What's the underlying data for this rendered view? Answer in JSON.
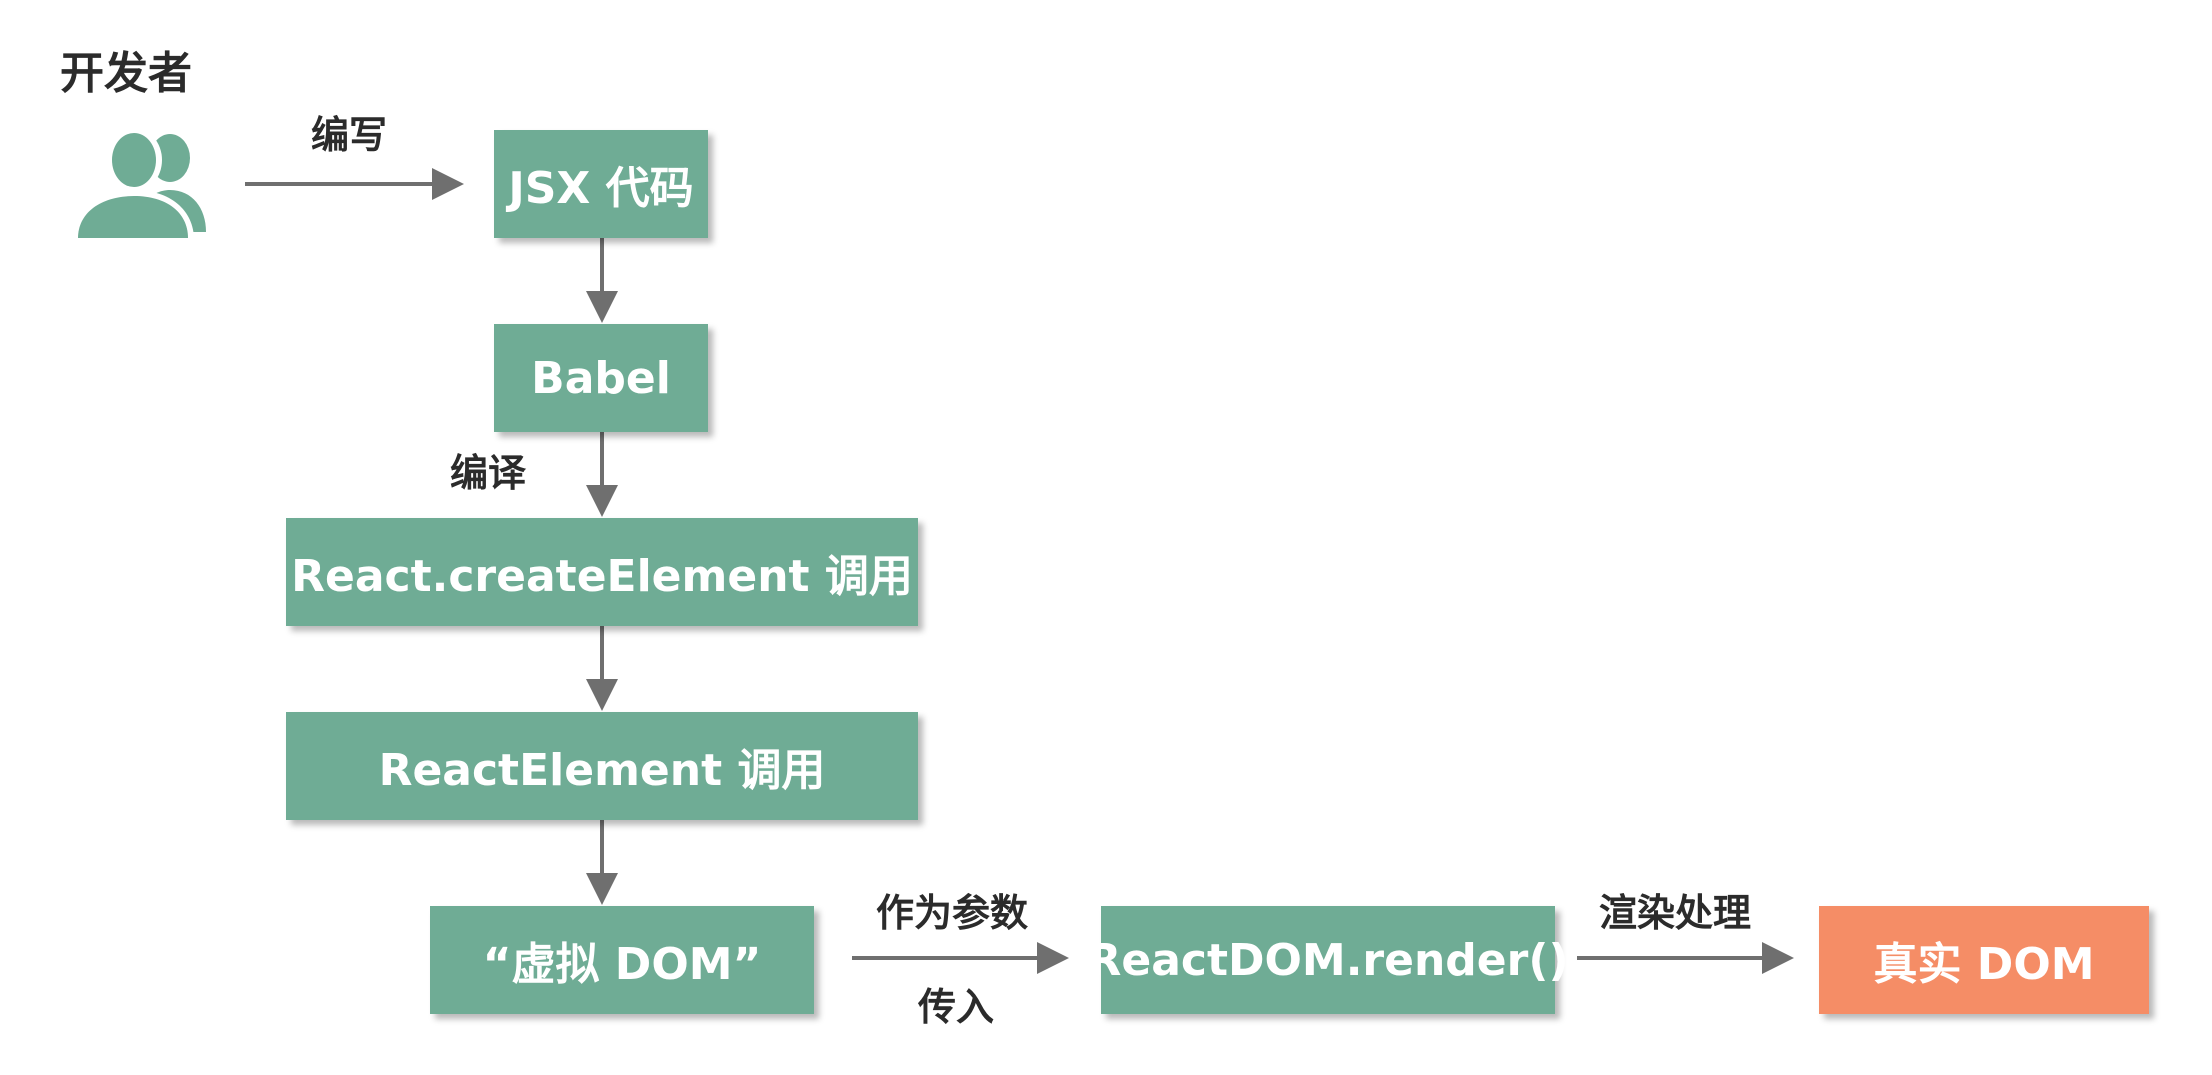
{
  "colors": {
    "box": "#6fac95",
    "target_box": "#f58d66",
    "arrow": "#6f6f6f",
    "text_dark": "#2b2b2b"
  },
  "actor": {
    "label": "开发者",
    "icon": "users-icon"
  },
  "edges": {
    "write": "编写",
    "compile": "编译",
    "pass_as_param_top": "作为参数",
    "pass_as_param_bottom": "传入",
    "render": "渲染处理"
  },
  "nodes": {
    "jsx": "JSX 代码",
    "babel": "Babel",
    "create_element": "React.createElement 调用",
    "react_element": "ReactElement 调用",
    "virtual_dom": "“虚拟 DOM”",
    "render_call": "ReactDOM.render()",
    "real_dom": "真实 DOM"
  }
}
